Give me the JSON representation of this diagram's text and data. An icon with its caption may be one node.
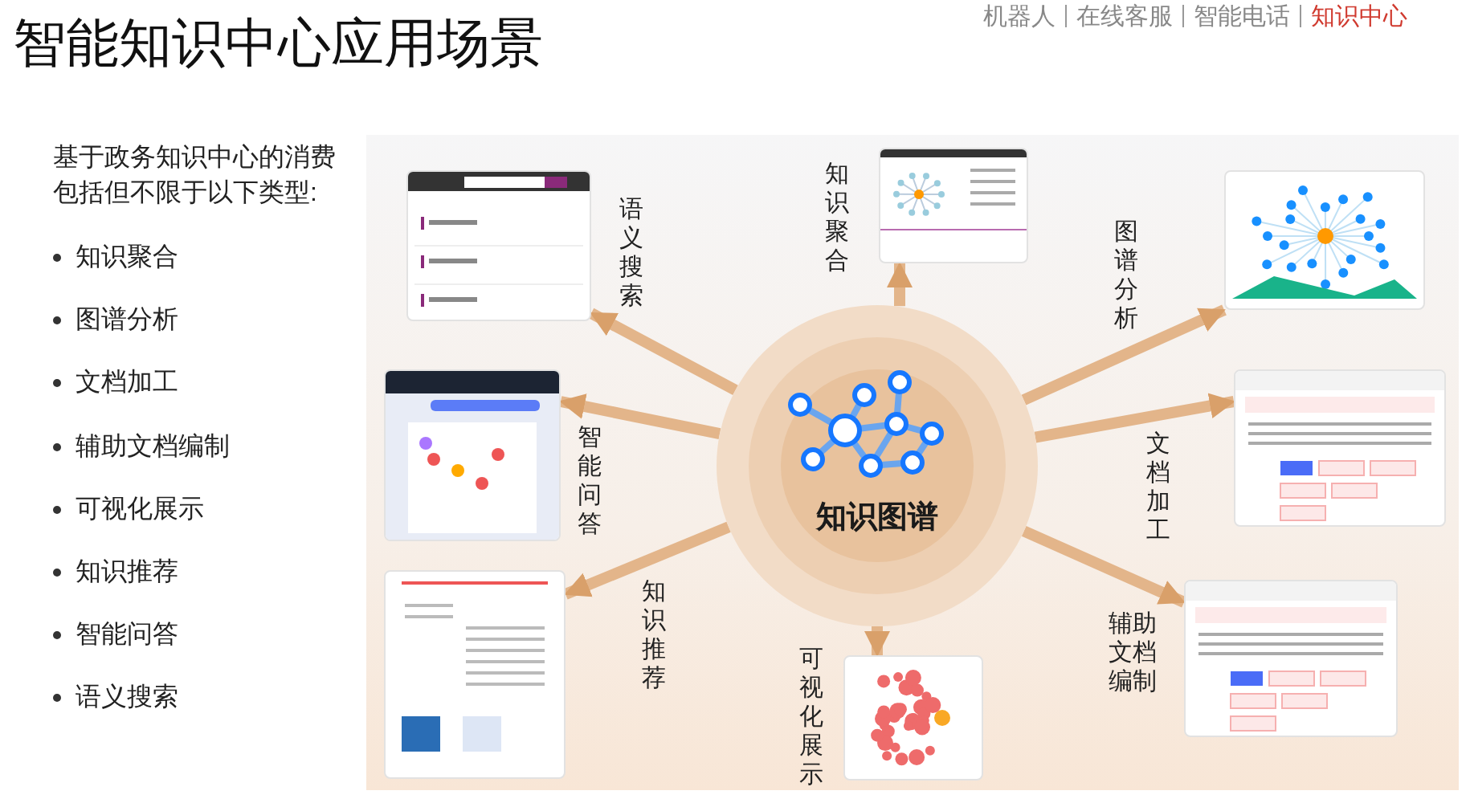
{
  "diagram": {
    "title": "智能知识中心应用场景",
    "nodes": [
      {
        "text": [
          "知识图谱"
        ]
      },
      {
        "text": [],
        "shape": "picture",
        "beside": [
          "语义搜索"
        ]
      },
      {
        "text": [],
        "shape": "picture",
        "beside": [
          "知识聚合"
        ]
      },
      {
        "text": [],
        "shape": "picture",
        "beside": [
          "图谱分析"
        ]
      },
      {
        "text": [],
        "shape": "picture",
        "beside": [
          "智能问答"
        ]
      },
      {
        "text": [],
        "shape": "picture",
        "beside": [
          "文档加工"
        ]
      },
      {
        "text": [],
        "shape": "picture",
        "beside": [
          "知识推荐"
        ]
      },
      {
        "text": [],
        "shape": "picture",
        "beside": [
          "可视化展示"
        ]
      },
      {
        "text": [],
        "shape": "picture",
        "beside": [
          "辅助文档编制"
        ]
      }
    ],
    "edges": [
      {
        "from": 0,
        "to": 1,
        "arrow": "to"
      },
      {
        "from": 0,
        "to": 2,
        "arrow": "to"
      },
      {
        "from": 0,
        "to": 3,
        "arrow": "to"
      },
      {
        "from": 0,
        "to": 4,
        "arrow": "to"
      },
      {
        "from": 0,
        "to": 5,
        "arrow": "to"
      },
      {
        "from": 0,
        "to": 6,
        "arrow": "to"
      },
      {
        "from": 0,
        "to": 7,
        "arrow": "to"
      },
      {
        "from": 0,
        "to": 8,
        "arrow": "to"
      }
    ],
    "labels": [
      "机器人",
      "在线客服",
      "智能电话",
      "知识中心",
      "基于政务知识中心的消费包括但不限于以下类型:",
      "知识聚合",
      "图谱分析",
      "文档加工",
      "辅助文档编制",
      "可视化展示",
      "知识推荐",
      "智能问答",
      "语义搜索"
    ]
  }
}
